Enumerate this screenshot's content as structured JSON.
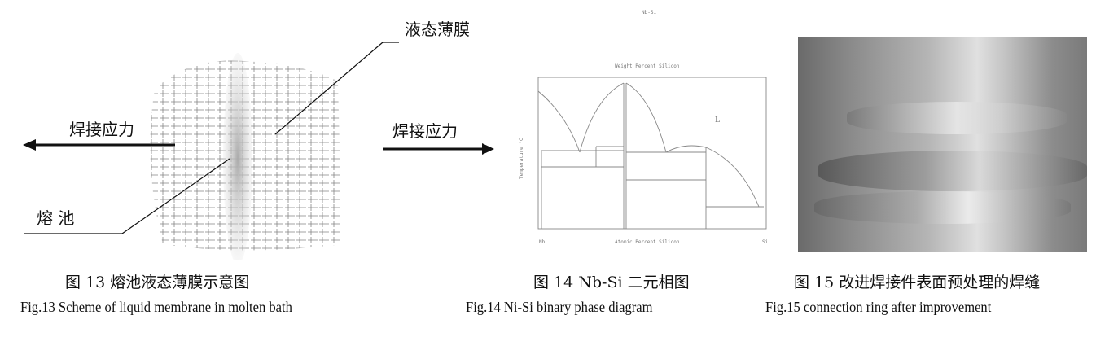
{
  "fig13": {
    "label_membrane": "液态薄膜",
    "label_stress": "焊接应力",
    "label_pool": "熔 池",
    "caption_zh": "图 13  熔池液态薄膜示意图",
    "caption_en": "Fig.13 Scheme of liquid membrane in molten bath"
  },
  "stress_arrow": {
    "label": "焊接应力"
  },
  "fig14": {
    "title": "Nb-Si",
    "top_axis": "Weight Percent Silicon",
    "bottom_axis": "Atomic Percent Silicon",
    "y_axis": "Temperature °C",
    "left_element": "Nb",
    "right_element": "Si",
    "liquid_label": "L",
    "caption_zh": "图 14 Nb-Si 二元相图",
    "caption_en": "Fig.14 Ni-Si binary phase diagram"
  },
  "fig15": {
    "caption_zh": "图 15 改进焊接件表面预处理的焊缝",
    "caption_en": "Fig.15 connection ring after improvement"
  }
}
